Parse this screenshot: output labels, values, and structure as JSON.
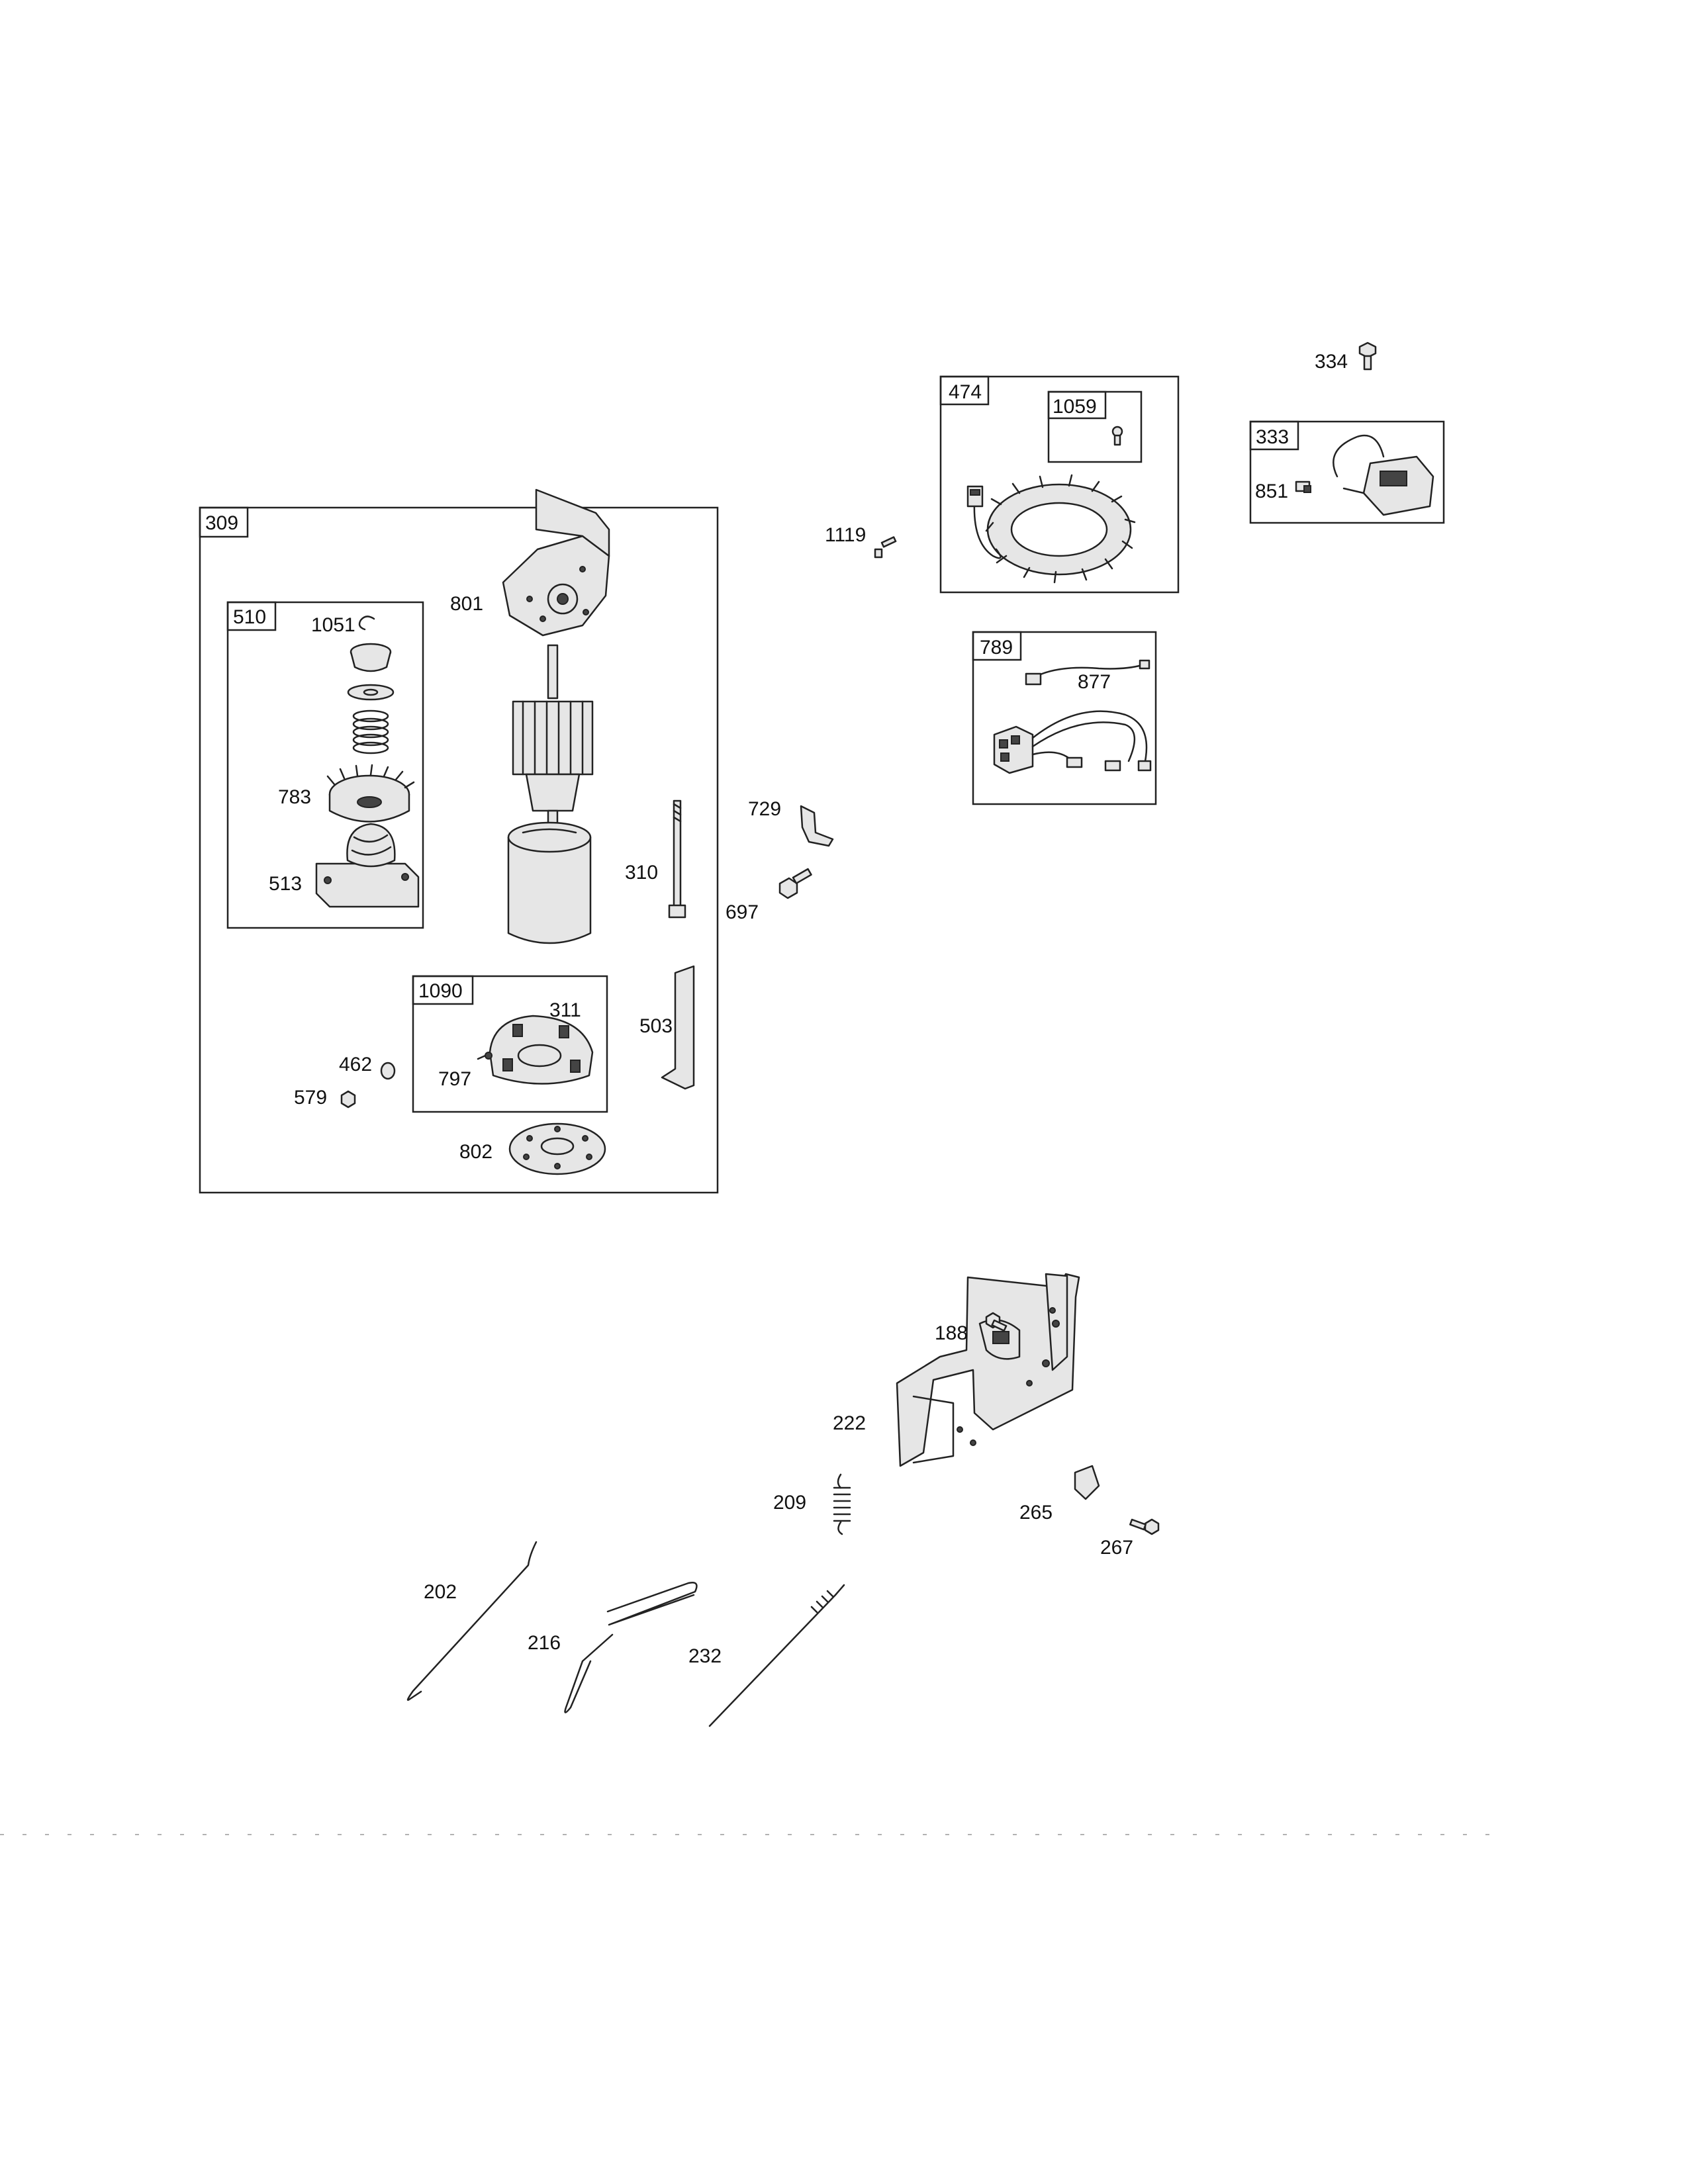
{
  "boxes": {
    "b309": "309",
    "b510": "510",
    "b1090": "1090",
    "b474": "474",
    "b1059": "1059",
    "b333": "333",
    "b789": "789"
  },
  "callouts": {
    "c801": "801",
    "c1051": "1051",
    "c783": "783",
    "c513": "513",
    "c310": "310",
    "c311": "311",
    "c797": "797",
    "c503": "503",
    "c462": "462",
    "c579": "579",
    "c802": "802",
    "c729": "729",
    "c697": "697",
    "c1119": "1119",
    "c877": "877",
    "c334": "334",
    "c851": "851",
    "c188": "188",
    "c222": "222",
    "c209": "209",
    "c265": "265",
    "c267": "267",
    "c202": "202",
    "c216": "216",
    "c232": "232"
  }
}
